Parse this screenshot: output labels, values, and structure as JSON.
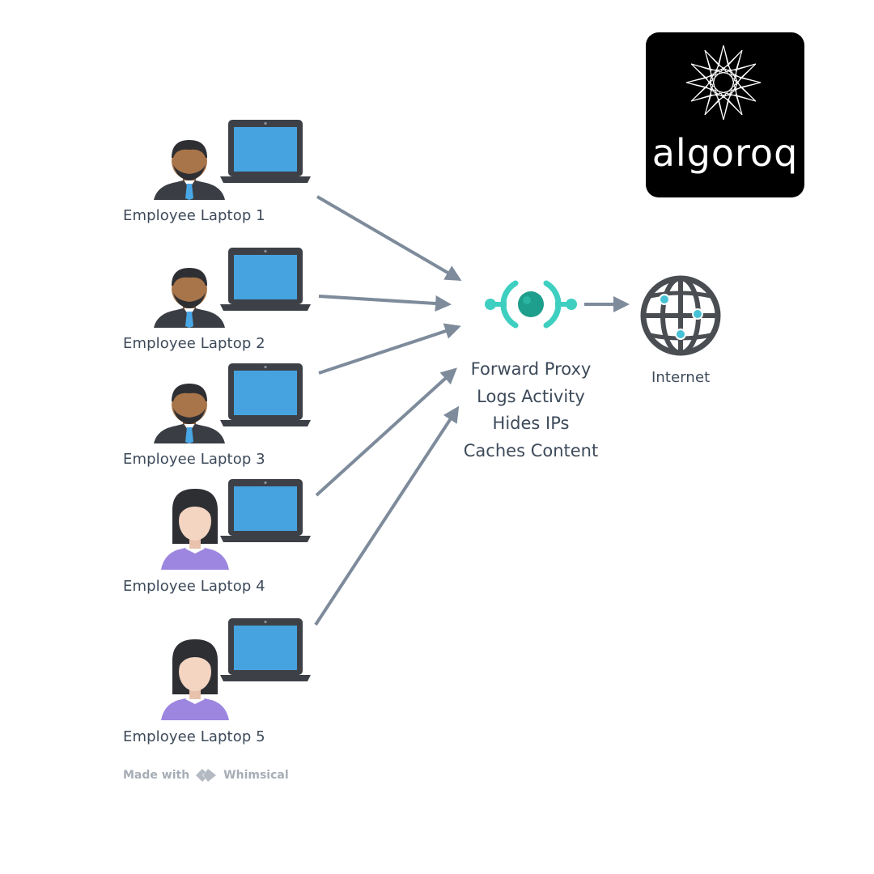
{
  "employees": [
    {
      "label": "Employee Laptop 1",
      "person": "man"
    },
    {
      "label": "Employee Laptop 2",
      "person": "man"
    },
    {
      "label": "Employee Laptop 3",
      "person": "man"
    },
    {
      "label": "Employee Laptop 4",
      "person": "woman"
    },
    {
      "label": "Employee Laptop 5",
      "person": "woman"
    }
  ],
  "proxy": {
    "lines": [
      "Forward Proxy",
      "Logs Activity",
      "Hides IPs",
      "Caches Content"
    ],
    "icon": "proxy-node-icon"
  },
  "internet": {
    "label": "Internet",
    "icon": "globe-icon"
  },
  "logo": {
    "text": "algoroq",
    "icon": "starburst-icon"
  },
  "footer": {
    "made_with": "Made with",
    "brand": "Whimsical",
    "icon": "whimsical-logo-icon"
  },
  "colors": {
    "arrow": "#7d8b9b",
    "proxy_teal": "#3ecfc0",
    "proxy_core": "#1e9e8c",
    "laptop_screen": "#46a3e0",
    "laptop_frame": "#3d4147",
    "skin_man": "#a8754a",
    "skin_woman": "#f3d5c2",
    "suit": "#3a3e44",
    "tie": "#49a7e6",
    "blouse": "#9d86df",
    "hair": "#2e2f33",
    "text": "#3d4a5a"
  }
}
